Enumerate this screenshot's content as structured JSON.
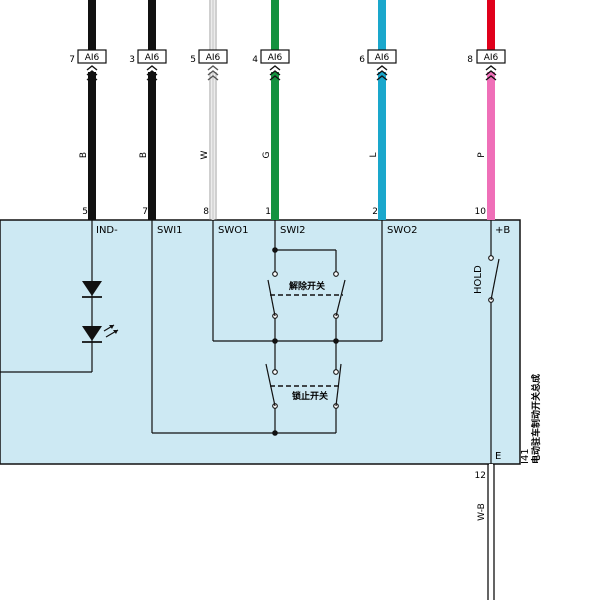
{
  "colors": {
    "box_fill": "#cde9f3",
    "box_stroke": "#111111",
    "wire_B": "#111111",
    "wire_W": "#d8d8d8",
    "wire_G": "#13923f",
    "wire_L": "#1aa7cc",
    "wire_P": "#ef6fb8",
    "wire_R": "#e0001b",
    "wire_WB": "#ffffff"
  },
  "wires": [
    {
      "connector_pin": "7",
      "connector": "AI6",
      "color_code": "B",
      "pin": "5",
      "terminal": "IND-",
      "color": "#111111"
    },
    {
      "connector_pin": "3",
      "connector": "AI6",
      "color_code": "B",
      "pin": "7",
      "terminal": "SWI1",
      "color": "#111111"
    },
    {
      "connector_pin": "5",
      "connector": "AI6",
      "color_code": "W",
      "pin": "8",
      "terminal": "SWO1",
      "color": "#d8d8d8"
    },
    {
      "connector_pin": "4",
      "connector": "AI6",
      "color_code": "G",
      "pin": "1",
      "terminal": "SWI2",
      "color": "#13923f"
    },
    {
      "connector_pin": "6",
      "connector": "AI6",
      "color_code": "L",
      "pin": "2",
      "terminal": "SWO2",
      "color": "#1aa7cc"
    },
    {
      "connector_pin": "8",
      "connector": "AI6",
      "color_code": "P",
      "pin": "10",
      "terminal": "+B",
      "color": "#ef6fb8"
    }
  ],
  "switches": {
    "release": "解除开关",
    "lock": "锁止开关",
    "hold": "HOLD"
  },
  "ground": {
    "terminal": "E",
    "pin": "12",
    "color_code": "W-B"
  },
  "component": {
    "id": "I41",
    "name": "电动驻车制动开关总成"
  }
}
